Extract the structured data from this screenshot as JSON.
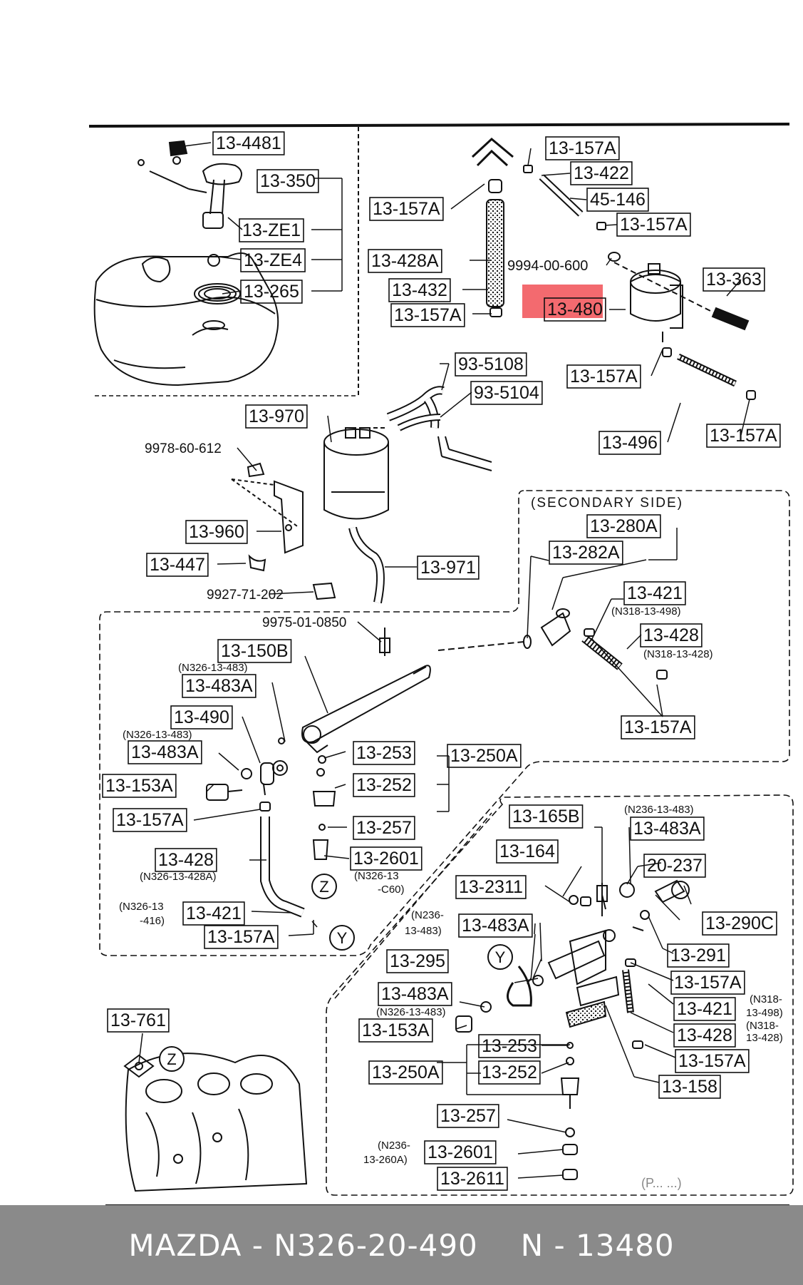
{
  "labels": [
    {
      "id": "l01",
      "text": "13-4481",
      "boxed": true
    },
    {
      "id": "l02",
      "text": "13-350",
      "boxed": true
    },
    {
      "id": "l03",
      "text": "13-ZE1",
      "boxed": true
    },
    {
      "id": "l04",
      "text": "13-ZE4",
      "boxed": true
    },
    {
      "id": "l05",
      "text": "13-265",
      "boxed": true
    },
    {
      "id": "l06",
      "text": "13-157A",
      "boxed": true
    },
    {
      "id": "l07",
      "text": "13-422",
      "boxed": true
    },
    {
      "id": "l08",
      "text": "45-146",
      "boxed": true
    },
    {
      "id": "l09",
      "text": "13-157A",
      "boxed": true
    },
    {
      "id": "l10",
      "text": "13-157A",
      "boxed": true
    },
    {
      "id": "l11",
      "text": "9994-00-600",
      "boxed": false
    },
    {
      "id": "l12",
      "text": "13-428A",
      "boxed": true
    },
    {
      "id": "l13",
      "text": "13-363",
      "boxed": true
    },
    {
      "id": "l14",
      "text": "13-432",
      "boxed": true
    },
    {
      "id": "l15",
      "text": "13-480",
      "boxed": true
    },
    {
      "id": "l16",
      "text": "13-157A",
      "boxed": true
    },
    {
      "id": "l17",
      "text": "13-157A",
      "boxed": true
    },
    {
      "id": "l18",
      "text": "93-5108",
      "boxed": true
    },
    {
      "id": "l19",
      "text": "93-5104",
      "boxed": true
    },
    {
      "id": "l20",
      "text": "13-970",
      "boxed": true
    },
    {
      "id": "l21",
      "text": "13-496",
      "boxed": true
    },
    {
      "id": "l22",
      "text": "13-157A",
      "boxed": true
    },
    {
      "id": "l23",
      "text": "9978-60-612",
      "boxed": false
    },
    {
      "id": "l24",
      "text": "(SECONDARY SIDE)",
      "boxed": false
    },
    {
      "id": "l25",
      "text": "13-280A",
      "boxed": true
    },
    {
      "id": "l26",
      "text": "13-960",
      "boxed": true
    },
    {
      "id": "l27",
      "text": "13-282A",
      "boxed": true
    },
    {
      "id": "l28",
      "text": "13-447",
      "boxed": true
    },
    {
      "id": "l29",
      "text": "13-971",
      "boxed": true
    },
    {
      "id": "l30",
      "text": "9927-71-202",
      "boxed": false
    },
    {
      "id": "l31",
      "text": "13-421",
      "boxed": true
    },
    {
      "id": "l32",
      "text": "(N318-13-498)",
      "boxed": false
    },
    {
      "id": "l33",
      "text": "9975-01-0850",
      "boxed": false
    },
    {
      "id": "l34",
      "text": "13-428",
      "boxed": true
    },
    {
      "id": "l35",
      "text": "(N318-13-428)",
      "boxed": false
    },
    {
      "id": "l36",
      "text": "13-150B",
      "boxed": true
    },
    {
      "id": "l37",
      "text": "(N326-13-483)",
      "boxed": false
    },
    {
      "id": "l38",
      "text": "13-483A",
      "boxed": true
    },
    {
      "id": "l39",
      "text": "13-157A",
      "boxed": true
    },
    {
      "id": "l40",
      "text": "13-490",
      "boxed": true
    },
    {
      "id": "l41",
      "text": "(N326-13-483)",
      "boxed": false
    },
    {
      "id": "l42",
      "text": "13-483A",
      "boxed": true
    },
    {
      "id": "l43",
      "text": "13-253",
      "boxed": true
    },
    {
      "id": "l44",
      "text": "13-250A",
      "boxed": true
    },
    {
      "id": "l45",
      "text": "13-153A",
      "boxed": true
    },
    {
      "id": "l46",
      "text": "13-252",
      "boxed": true
    },
    {
      "id": "l47",
      "text": "13-157A",
      "boxed": true
    },
    {
      "id": "l48",
      "text": "13-257",
      "boxed": true
    },
    {
      "id": "l49",
      "text": "(N236-13-483)",
      "boxed": false
    },
    {
      "id": "l50",
      "text": "13-165B",
      "boxed": true
    },
    {
      "id": "l51",
      "text": "13-483A",
      "boxed": true
    },
    {
      "id": "l52",
      "text": "13-428",
      "boxed": true
    },
    {
      "id": "l53",
      "text": "13-2601",
      "boxed": true
    },
    {
      "id": "l54",
      "text": "13-164",
      "boxed": true
    },
    {
      "id": "l55",
      "text": "(N326-13-428A)",
      "boxed": false
    },
    {
      "id": "l56",
      "text": "(N326-13",
      "boxed": false
    },
    {
      "id": "l57",
      "text": "-C60)",
      "boxed": false
    },
    {
      "id": "l58",
      "text": "20-237",
      "boxed": true
    },
    {
      "id": "l59",
      "text": "13-2311",
      "boxed": true
    },
    {
      "id": "l60",
      "text": "(N326-13",
      "boxed": false
    },
    {
      "id": "l61",
      "text": "-416)",
      "boxed": false
    },
    {
      "id": "l62",
      "text": "13-421",
      "boxed": true
    },
    {
      "id": "l63",
      "text": "(N236-",
      "boxed": false
    },
    {
      "id": "l64",
      "text": "13-483)",
      "boxed": false
    },
    {
      "id": "l65",
      "text": "13-483A",
      "boxed": true
    },
    {
      "id": "l66",
      "text": "13-290C",
      "boxed": true
    },
    {
      "id": "l67",
      "text": "13-157A",
      "boxed": true
    },
    {
      "id": "l68",
      "text": "13-291",
      "boxed": true
    },
    {
      "id": "l69",
      "text": "13-295",
      "boxed": true
    },
    {
      "id": "l70",
      "text": "13-157A",
      "boxed": true
    },
    {
      "id": "l71",
      "text": "13-483A",
      "boxed": true
    },
    {
      "id": "l72",
      "text": "13-421",
      "boxed": true
    },
    {
      "id": "l73",
      "text": "(N318-",
      "boxed": false
    },
    {
      "id": "l74",
      "text": "13-498)",
      "boxed": false
    },
    {
      "id": "l75",
      "text": "(N326-13-483)",
      "boxed": false
    },
    {
      "id": "l76",
      "text": "13-761",
      "boxed": true
    },
    {
      "id": "l77",
      "text": "13-153A",
      "boxed": true
    },
    {
      "id": "l78",
      "text": "13-428",
      "boxed": true
    },
    {
      "id": "l79",
      "text": "(N318-",
      "boxed": false
    },
    {
      "id": "l80",
      "text": "13-428)",
      "boxed": false
    },
    {
      "id": "l81",
      "text": "13-253",
      "boxed": true
    },
    {
      "id": "l82",
      "text": "13-157A",
      "boxed": true
    },
    {
      "id": "l83",
      "text": "13-250A",
      "boxed": true
    },
    {
      "id": "l84",
      "text": "13-252",
      "boxed": true
    },
    {
      "id": "l85",
      "text": "13-158",
      "boxed": true
    },
    {
      "id": "l86",
      "text": "13-257",
      "boxed": true
    },
    {
      "id": "l87",
      "text": "(N236-",
      "boxed": false
    },
    {
      "id": "l88",
      "text": "13-2601",
      "boxed": true
    },
    {
      "id": "l89",
      "text": "13-260A)",
      "boxed": false
    },
    {
      "id": "l90",
      "text": "13-2611",
      "boxed": true
    }
  ],
  "callouts": [
    {
      "id": "c1",
      "text": "Z"
    },
    {
      "id": "c2",
      "text": "Y"
    },
    {
      "id": "c3",
      "text": "Y"
    },
    {
      "id": "c4",
      "text": "Z"
    }
  ],
  "highlight": {
    "part": "13-480",
    "color": "#f25a5f"
  },
  "footer": {
    "brand": "MAZDA - N326-20-490",
    "code": "N - 13480"
  }
}
